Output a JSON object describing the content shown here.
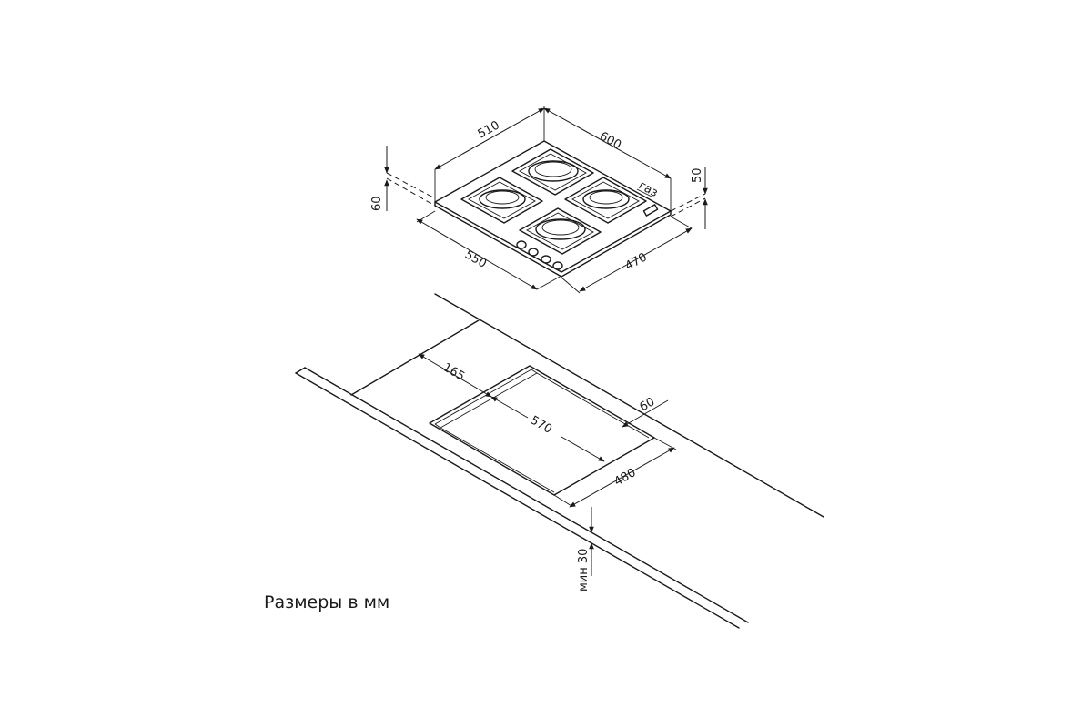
{
  "hob": {
    "depth": "510",
    "width": "600",
    "height_left": "60",
    "height_right": "50",
    "body_depth": "550",
    "body_width": "470",
    "gas_label": "газ"
  },
  "cutout": {
    "front_offset": "165",
    "length": "570",
    "back_offset": "60",
    "depth": "480",
    "min_thickness": "мин 30"
  },
  "caption": "Размеры в мм"
}
